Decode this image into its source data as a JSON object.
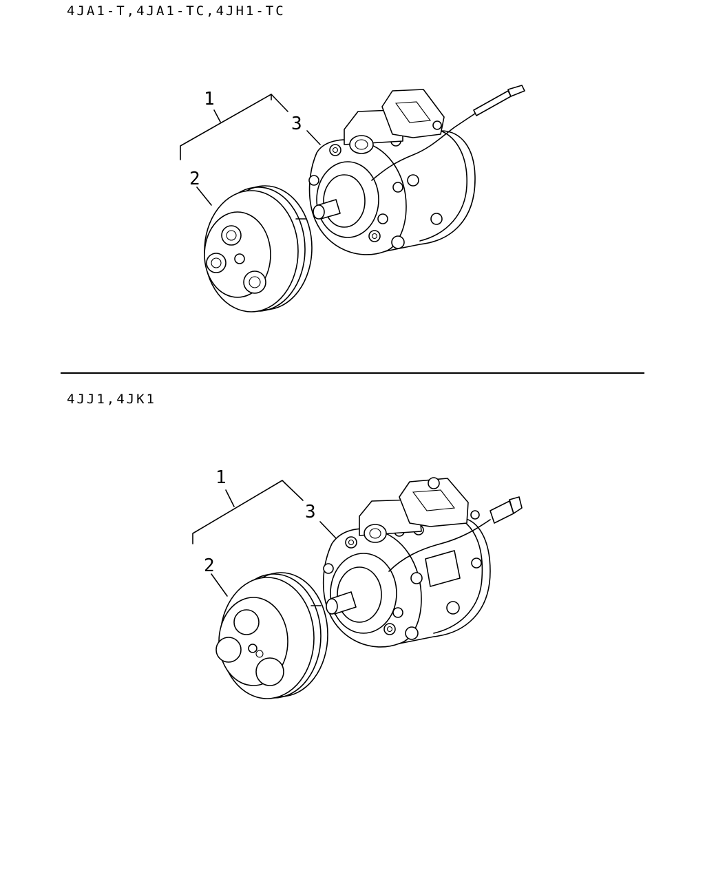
{
  "sections": [
    {
      "title": "4JA1-T,4JA1-TC,4JH1-TC",
      "callouts": {
        "assembly": "1",
        "pulley": "2",
        "compressor": "3"
      }
    },
    {
      "title": "4JJ1,4JK1",
      "callouts": {
        "assembly": "1",
        "pulley": "2",
        "compressor": "3"
      }
    }
  ]
}
